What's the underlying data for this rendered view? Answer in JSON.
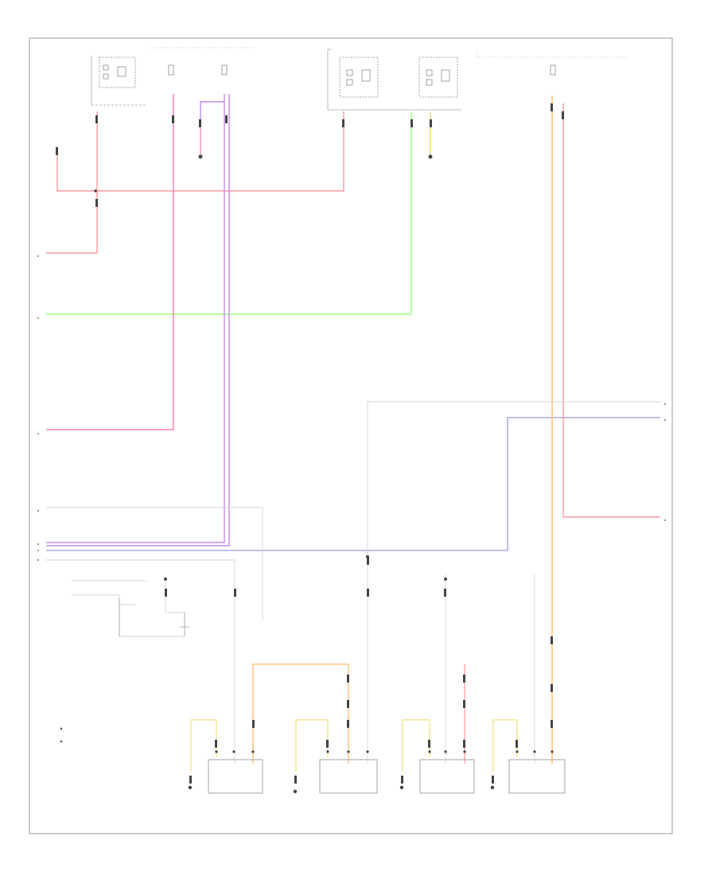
{
  "labels": {
    "footer": "",
    "relays": [
      {
        "name": "relay-left-upper",
        "text": ""
      },
      {
        "name": "relay-right-upper-1",
        "text": ""
      },
      {
        "name": "relay-right-upper-2",
        "text": ""
      }
    ],
    "modules": [
      {
        "name": "module-1",
        "text": ""
      },
      {
        "name": "module-2",
        "text": ""
      },
      {
        "name": "module-3",
        "text": ""
      },
      {
        "name": "module-4",
        "text": ""
      }
    ],
    "legend": [
      {
        "name": "legend-item-1",
        "text": ""
      },
      {
        "name": "legend-item-2",
        "text": ""
      }
    ]
  },
  "colors": {
    "background": "#ffffff",
    "frame": "#9a9a9a",
    "wire_red": "#ff9aa0",
    "wire_green": "#9cff7a",
    "wire_pink": "#ff7ab2",
    "wire_violet": "#c48ce8",
    "wire_blue": "#9a9ae8",
    "wire_orange": "#ffbb6a",
    "wire_yellow": "#f4e07a",
    "wire_gray": "#d8d8d8",
    "connector": "#444444"
  }
}
